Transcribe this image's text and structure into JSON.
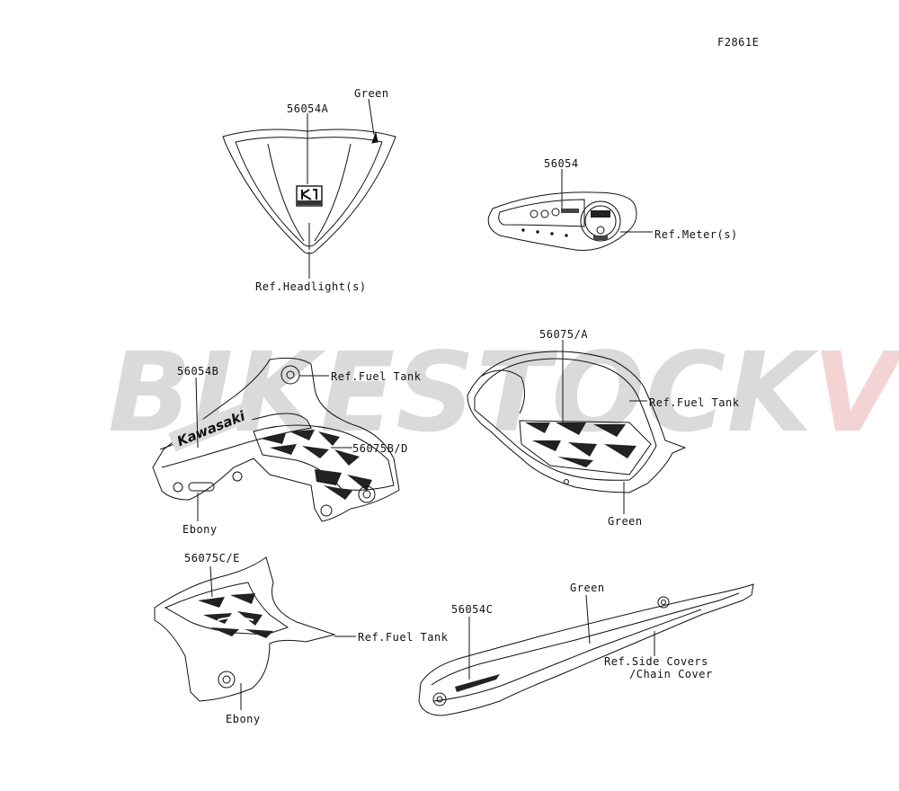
{
  "figure_code": "F2861E",
  "watermark": {
    "part1": "BIKESTOCK",
    "part2": "VN",
    "color_dark": "#3a3a3a",
    "color_red": "#c8141b"
  },
  "labels": {
    "code_56054A": "56054A",
    "green_top": "Green",
    "ref_headlight": "Ref.Headlight(s)",
    "code_56054": "56054",
    "ref_meter": "Ref.Meter(s)",
    "code_56054B": "56054B",
    "ref_fuel_tank_1": "Ref.Fuel Tank",
    "code_56075BD": "56075B/D",
    "ebony_1": "Ebony",
    "code_56075A": "56075/A",
    "ref_fuel_tank_2": "Ref.Fuel Tank",
    "green_mid": "Green",
    "code_56075CE": "56075C/E",
    "ref_fuel_tank_3": "Ref.Fuel Tank",
    "ebony_2": "Ebony",
    "code_56054C": "56054C",
    "green_bottom": "Green",
    "ref_side_covers": "Ref.Side Covers",
    "chain_cover": "/Chain Cover"
  },
  "decal_text": {
    "brand": "Kawasaki"
  }
}
